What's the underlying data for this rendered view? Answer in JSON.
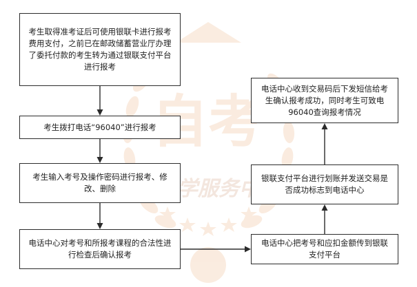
{
  "watermark": {
    "main_text": "自考",
    "sub_text": "助学服务中"
  },
  "flow": {
    "steps": [
      {
        "id": "step1",
        "text": "考生取得准考证后可使用银联卡进行报考费用支付，之前已在邮政储蓄营业厅办理了委托付款的考生转为通过银联支付平台进行报考"
      },
      {
        "id": "step2",
        "text": "考生拨打电话“96040”进行报考"
      },
      {
        "id": "step3",
        "text": "考生输入考号及操作密码进行报考、修改、删除"
      },
      {
        "id": "step4",
        "text": "电话中心对考号和所报考课程的合法性进行检查后确认报考"
      },
      {
        "id": "step5",
        "text": "电话中心把考号和应扣金额传到银联支付平台"
      },
      {
        "id": "step6",
        "text": "银联支付平台进行划账并发送交易是否成功标志到电话中心"
      },
      {
        "id": "step7",
        "text": "电话中心收到交易码后下发短信给考生确认报考成功，同时考生可致电96040查询报考情况"
      }
    ]
  },
  "colors": {
    "border": "#2b2b2b",
    "arrow": "#2b2b2b",
    "text": "#222222",
    "watermark": "#f6dcc6"
  }
}
